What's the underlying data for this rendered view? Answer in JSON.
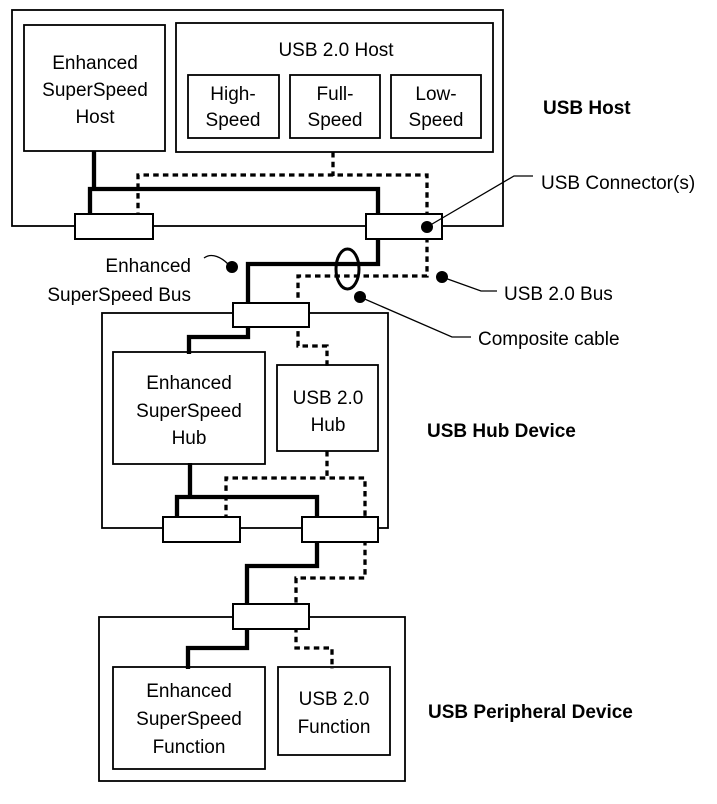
{
  "colors": {
    "ink": "#000000",
    "paper": "#ffffff"
  },
  "host": {
    "ess_host": [
      "Enhanced",
      "SuperSpeed",
      "Host"
    ],
    "usb2_host_title": "USB 2.0 Host",
    "high_speed": [
      "High-",
      "Speed"
    ],
    "full_speed": [
      "Full-",
      "Speed"
    ],
    "low_speed": [
      "Low-",
      "Speed"
    ]
  },
  "hub": {
    "ess_hub": [
      "Enhanced",
      "SuperSpeed",
      "Hub"
    ],
    "usb2_hub": [
      "USB 2.0",
      "Hub"
    ]
  },
  "peripheral": {
    "ess_function": [
      "Enhanced",
      "SuperSpeed",
      "Function"
    ],
    "usb2_function": [
      "USB 2.0",
      "Function"
    ]
  },
  "section_labels": {
    "usb_host": "USB Host",
    "usb_hub_device": "USB Hub Device",
    "usb_peripheral_device": "USB Peripheral Device"
  },
  "callouts": {
    "usb_connectors": "USB Connector(s)",
    "ess_bus_line1": "Enhanced",
    "ess_bus_line2": "SuperSpeed Bus",
    "usb2_bus": "USB 2.0 Bus",
    "composite_cable": "Composite cable"
  }
}
